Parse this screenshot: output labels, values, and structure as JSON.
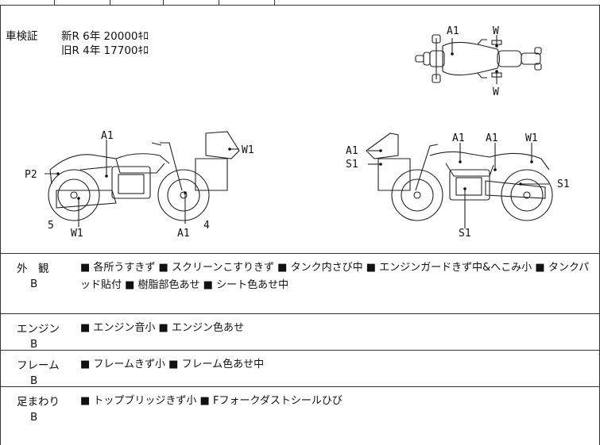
{
  "registration": {
    "label": "車検証",
    "rows": [
      "新R  6年  20000ｷﾛ",
      "旧R  4年  17700ｷﾛ"
    ]
  },
  "diagram_labels": {
    "top_view": {
      "a1": "A1",
      "w_top": "W",
      "w_bottom": "W"
    },
    "left_view": {
      "a1": "A1",
      "w1_screen": "W1",
      "p2": "P2",
      "w1_muffler": "W1",
      "a1_front": "A1",
      "n5": "5",
      "n4": "4"
    },
    "right_view": {
      "a1_box": "A1",
      "s1_box": "S1",
      "a1_tank": "A1",
      "a1_side": "A1",
      "w1_tail": "W1",
      "s1_rear": "S1",
      "s1_engine": "S1"
    }
  },
  "sections": [
    {
      "title": "外　観",
      "grade": "B",
      "text": "■ 各所うすきず ■ スクリーンこすりきず ■ タンク内さび中 ■ エンジンガードきず中&へこみ小 ■ タンクパッド貼付 ■ 樹脂部色あせ ■ シート色あせ中"
    },
    {
      "title": "エンジン",
      "grade": "B",
      "text": "■ エンジン音小 ■ エンジン色あせ"
    },
    {
      "title": "フレーム",
      "grade": "B",
      "text": "■ フレームきず小 ■ フレーム色あせ中"
    },
    {
      "title": "足まわり",
      "grade": "B",
      "text": "■ トップブリッジきず小 ■ Fフォークダストシールひび"
    }
  ]
}
